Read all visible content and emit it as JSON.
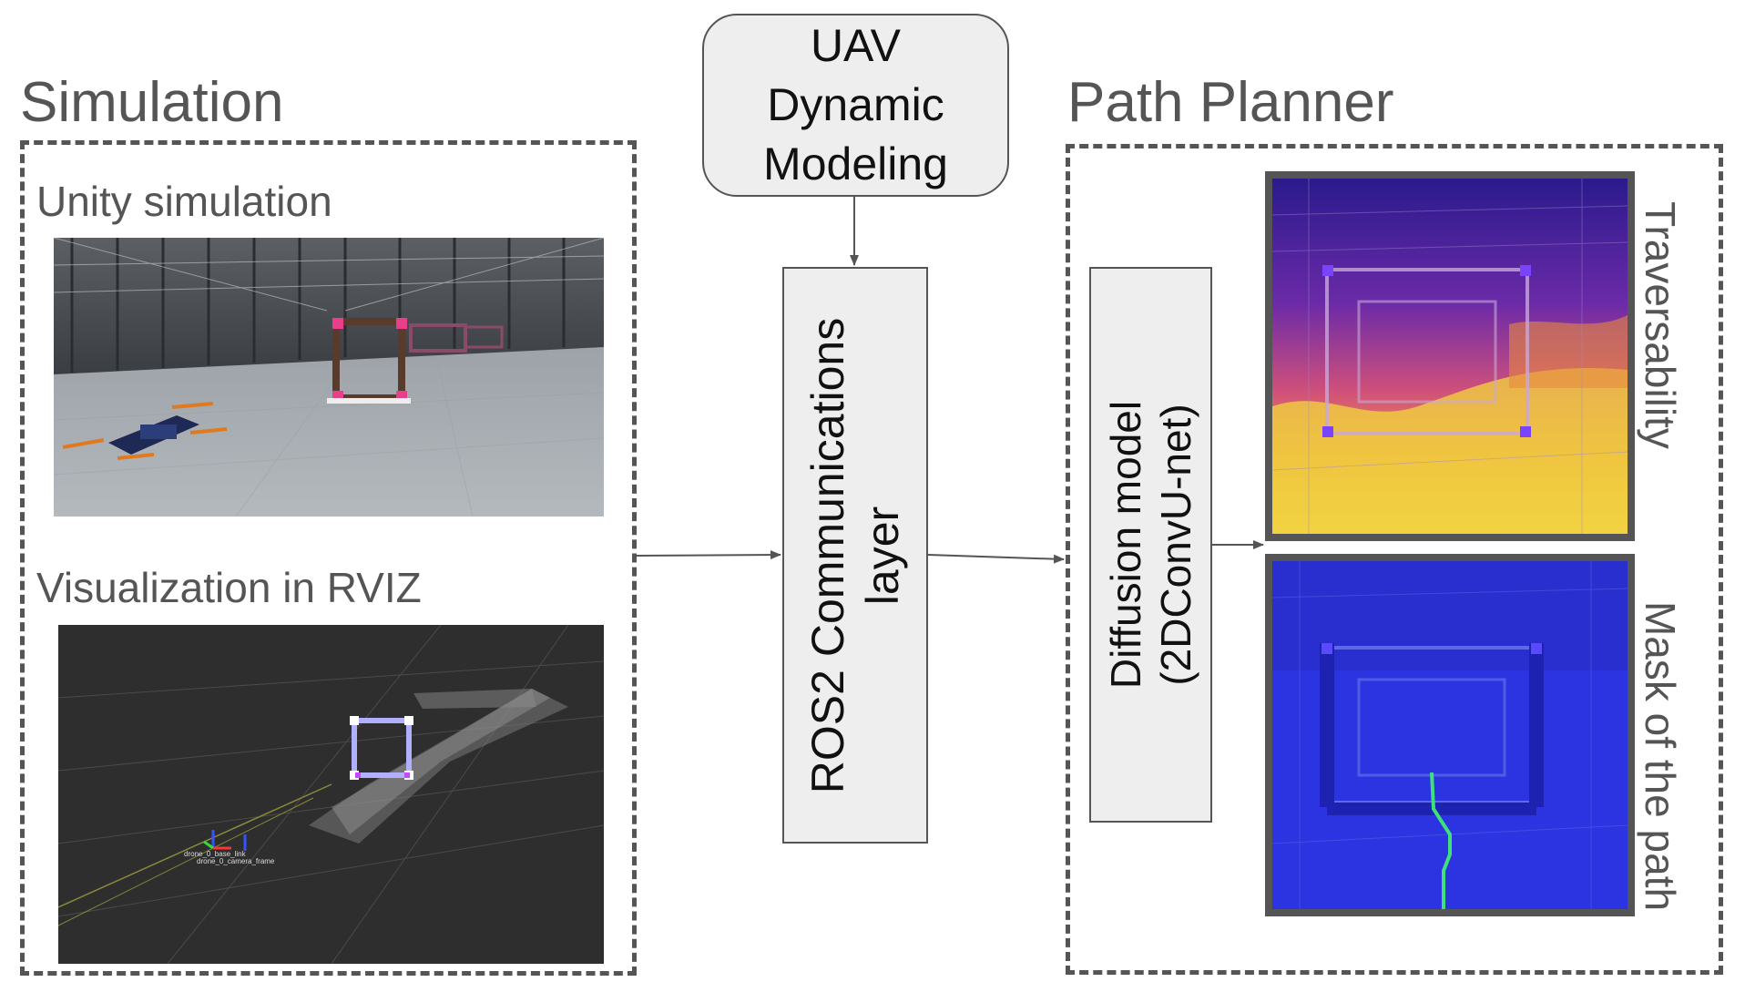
{
  "simulation": {
    "title": "Simulation",
    "unity_label": "Unity simulation",
    "rviz_label": "Visualization in RVIZ",
    "rviz_frame_labels": [
      "drone_0_base_link",
      "drone_0_camera_frame"
    ]
  },
  "uav_model": {
    "line1": "UAV",
    "line2": "Dynamic",
    "line3": "Modeling"
  },
  "ros2": {
    "line1": "ROS2 Communications",
    "line2": "layer"
  },
  "path_planner": {
    "title": "Path Planner",
    "diffusion_line1": "Diffusion model",
    "diffusion_line2": "(2DConvU-net)",
    "traversability_label": "Traversability",
    "mask_label": "Mask of the path"
  },
  "colors": {
    "text": "#555555",
    "box_fill": "#eeeeee",
    "path_line": "#3de07a",
    "heat_low": "#2a1a8c",
    "heat_high": "#f4e04a",
    "mask_blue": "#2b34e0"
  }
}
